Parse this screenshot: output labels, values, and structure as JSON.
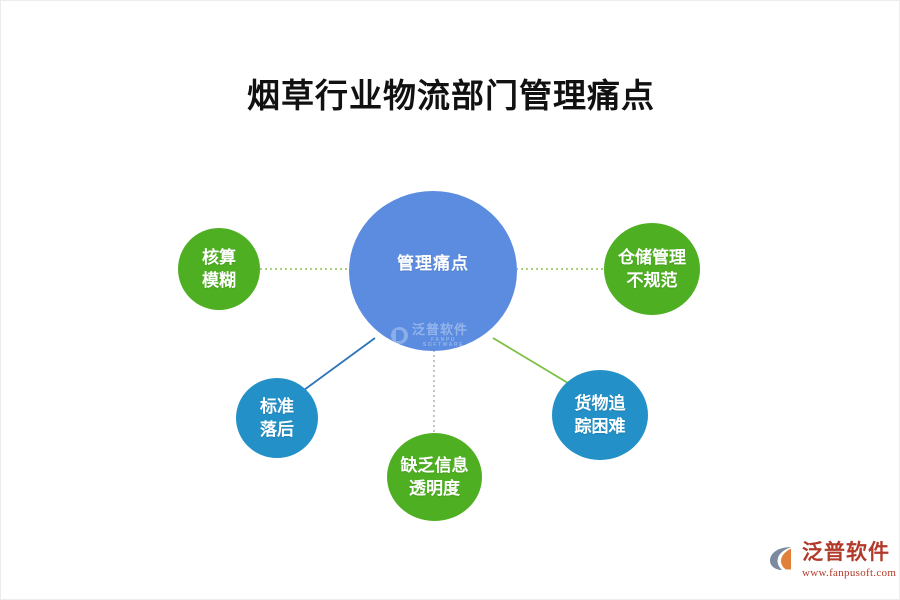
{
  "page": {
    "title": "烟草行业物流部门管理痛点",
    "background_color": "#ffffff"
  },
  "colors": {
    "center_blue": "#5b8ce0",
    "green": "#4faf23",
    "cyan_blue": "#2390c7",
    "title_text": "#111111",
    "brand_red": "#b23a2a",
    "node_text": "#ffffff"
  },
  "diagram": {
    "type": "hub-and-spoke",
    "center": {
      "id": "center",
      "label": "管理痛点",
      "color": "#5b8ce0",
      "shape": "circle"
    },
    "watermark": {
      "brand_cn": "泛普软件",
      "brand_en": "FANPU SOFTWARE",
      "icon": "fanpu-logo-icon"
    },
    "nodes": [
      {
        "id": "hesuan",
        "label": "核算\n模糊",
        "color": "#4faf23",
        "position": "left",
        "connector": {
          "style": "dotted",
          "color": "#8fc24a"
        }
      },
      {
        "id": "cangchu",
        "label": "仓储管理\n不规范",
        "color": "#4faf23",
        "position": "right",
        "connector": {
          "style": "dotted",
          "color": "#8fc24a"
        }
      },
      {
        "id": "biaozhun",
        "label": "标准\n落后",
        "color": "#2390c7",
        "position": "bottom-left",
        "connector": {
          "style": "solid",
          "color": "#2b74b8"
        }
      },
      {
        "id": "quefa",
        "label": "缺乏信息\n透明度",
        "color": "#4faf23",
        "position": "bottom-center",
        "connector": {
          "style": "dotted",
          "color": "#a8a8a8"
        }
      },
      {
        "id": "huowu",
        "label": "货物追\n踪困难",
        "color": "#2390c7",
        "position": "bottom-right",
        "connector": {
          "style": "solid",
          "color": "#7cc043"
        }
      }
    ]
  },
  "brand": {
    "name": "泛普软件",
    "url": "www.fanpusoft.com",
    "icon": "fanpu-logo-icon"
  }
}
